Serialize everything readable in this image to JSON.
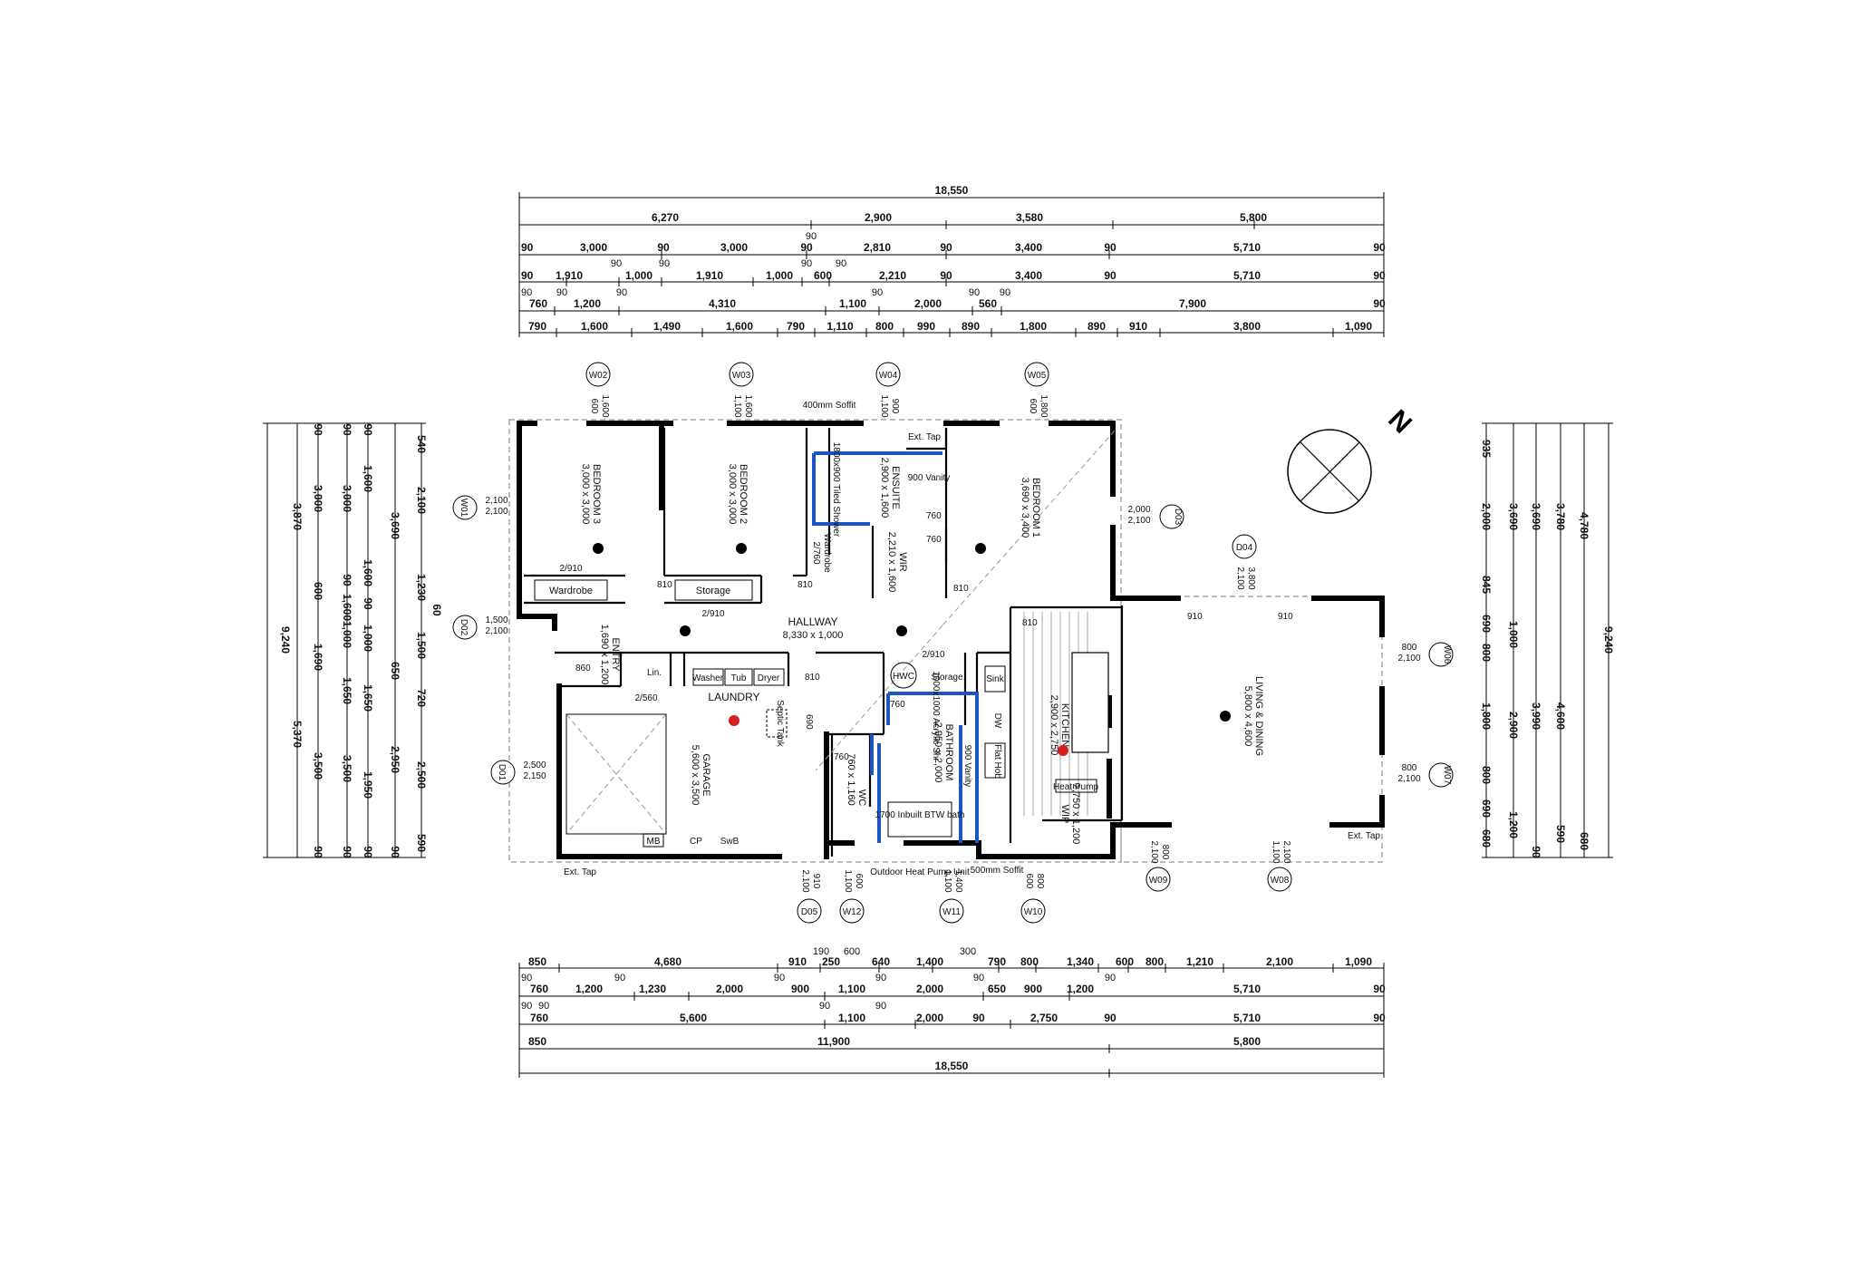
{
  "colors": {
    "line": "#000000",
    "wet_area": "#1d56c4",
    "fixture_red": "#d21f1f"
  },
  "dims_top": {
    "total": "18,550",
    "row1": [
      "6,270",
      "2,900",
      "3,580",
      "5,800"
    ],
    "row1_extra": "90",
    "row2": [
      "90",
      "3,000",
      "90",
      "3,000",
      "90",
      "2,810",
      "90",
      "3,400",
      "90",
      "5,710",
      "90"
    ],
    "row3_upper": [
      "90",
      "90",
      "90",
      "90"
    ],
    "row3": [
      "90",
      "1,910",
      "1,000",
      "1,910",
      "1,000",
      "600",
      "2,210",
      "90",
      "3,400",
      "90",
      "5,710",
      "90"
    ],
    "row4_upper": [
      "90",
      "90",
      "90",
      "90",
      "90",
      "90"
    ],
    "row4": [
      "760",
      "1,200",
      "4,310",
      "1,100",
      "2,000",
      "560",
      "7,900",
      "90"
    ],
    "row5": [
      "790",
      "1,600",
      "1,490",
      "1,600",
      "790",
      "1,110",
      "800",
      "990",
      "890",
      "1,800",
      "890",
      "910",
      "3,800",
      "1,090"
    ]
  },
  "dims_bottom": {
    "upper": [
      "190",
      "600",
      "300"
    ],
    "row1": [
      "850",
      "4,680",
      "910",
      "250",
      "640",
      "1,400",
      "790",
      "800",
      "1,340",
      "600",
      "800",
      "1,210",
      "2,100",
      "1,090"
    ],
    "row2": [
      "90",
      "760",
      "1,200",
      "90",
      "1,230",
      "2,000",
      "90",
      "900",
      "1,100",
      "90",
      "2,000",
      "90",
      "650",
      "900",
      "1,200",
      "90",
      "5,710",
      "90"
    ],
    "row3": [
      "90",
      "90",
      "760",
      "5,600",
      "90",
      "90",
      "1,100",
      "2,000",
      "90",
      "2,750",
      "90",
      "5,710",
      "90"
    ],
    "row4": [
      "850",
      "11,900",
      "5,800"
    ],
    "total": "18,550"
  },
  "dims_left": {
    "total": "9,240",
    "col1": [
      "3,870",
      "5,370"
    ],
    "col2": [
      "90",
      "3,000",
      "600",
      "1,690",
      "3,500",
      "90"
    ],
    "col3": [
      "90",
      "3,000",
      "90",
      "1,600",
      "1,000",
      "1,650",
      "3,500",
      "90"
    ],
    "col4": [
      "90",
      "1,600",
      "1,600",
      "90",
      "1,000",
      "1,650",
      "1,950",
      "90"
    ],
    "col5": [
      "3,690",
      "650",
      "2,950",
      "90"
    ],
    "col6": [
      "540",
      "2,100",
      "1,230",
      "60",
      "1,500",
      "720",
      "2,500",
      "590"
    ]
  },
  "dims_right": {
    "total": "9,240",
    "col1": [
      "935",
      "2,000",
      "845",
      "690",
      "800",
      "1,800",
      "800",
      "690",
      "680"
    ],
    "col2": [
      "3,690",
      "1,000",
      "2,900",
      "1,200"
    ],
    "col3": [
      "3,690",
      "3,990",
      "90"
    ],
    "col4": [
      "3,780",
      "4,600",
      "590"
    ],
    "col5": [
      "4,780",
      "680"
    ]
  },
  "rooms": {
    "bed3": {
      "name": "BEDROOM 3",
      "size": "3,000 x 3,000"
    },
    "bed2": {
      "name": "BEDROOM 2",
      "size": "3,000 x 3,000"
    },
    "ensuite": {
      "name": "ENSUITE",
      "size": "2,900 x 1,600"
    },
    "wir": {
      "name": "WIR",
      "size": "2,210 x 1,600"
    },
    "bed1": {
      "name": "BEDROOM 1",
      "size": "3,690 x 3,400"
    },
    "hallway": {
      "name": "HALLWAY",
      "size": "8,330 x 1,000"
    },
    "entry": {
      "name": "ENTRY",
      "size": "1,690 x 1,200"
    },
    "laundry": {
      "name": "LAUNDRY"
    },
    "garage": {
      "name": "GARAGE",
      "size": "5,600 x 3,500"
    },
    "bathroom": {
      "name": "BATHROOM",
      "size": "2,950 x 2,000"
    },
    "wc": {
      "name": "WC",
      "size": "760 x 1,160"
    },
    "kitchen": {
      "name": "KITCHEN",
      "size": "2,900 x 2,750"
    },
    "wip": {
      "name": "WIP",
      "size": "2,750 x 1,200"
    },
    "living": {
      "name": "LIVING & DINING",
      "size": "5,800 x 4,600"
    }
  },
  "fixtures": {
    "wardrobe": "Wardrobe",
    "wardrobe_910": "2/910",
    "storage": "Storage",
    "storage_910": "2/910",
    "wardrobe2": "Wardrobe",
    "wardrobe2_760": "2/760",
    "vanity": "900 Vanity",
    "shower": "1800x900 Tiled Shower",
    "lin": "Lin.",
    "lin_560": "2/560",
    "washer": "Washer",
    "tub": "Tub",
    "dryer": "Dryer",
    "hwc": "HWC",
    "storage2": "Storage",
    "storage2_910": "2/910",
    "sink": "Sink",
    "dw": "DW",
    "fhob": "Flat Hob",
    "heat_pump": "Heat Pump",
    "mb": "MB",
    "cp": "CP",
    "swb": "SwB",
    "septic": "Septic Tank",
    "bath": "1700 Inbuilt BTW bath",
    "bath_vanity": "900 Vanity",
    "bath_shower": "1000x1000 Acrylic Shr",
    "outdoor_hp": "Outdoor Heat Pump Unit",
    "soffit_top": "400mm Soffit",
    "soffit_bottom": "500mm Soffit",
    "ext_tap": "Ext. Tap",
    "door_widths": [
      "810",
      "810",
      "810",
      "810",
      "810",
      "810",
      "760",
      "760",
      "760",
      "860",
      "810",
      "690",
      "760",
      "760",
      "910",
      "910",
      "910"
    ]
  },
  "windows": {
    "W01": {
      "id": "W01",
      "h": "2,100",
      "w": "2,100"
    },
    "W02": {
      "id": "W02",
      "a": "1,600",
      "b": "600"
    },
    "W03": {
      "id": "W03",
      "a": "1,600",
      "b": "1,100"
    },
    "W04": {
      "id": "W04",
      "a": "900",
      "b": "1,100"
    },
    "W05": {
      "id": "W05",
      "a": "1,800",
      "b": "600"
    },
    "D03": {
      "id": "D03",
      "a": "2,000",
      "b": "2,100"
    },
    "D04": {
      "id": "D04",
      "a": "3,800",
      "b": "2,100"
    },
    "W06": {
      "id": "W06",
      "a": "800",
      "b": "2,100"
    },
    "W07": {
      "id": "W07",
      "a": "800",
      "b": "2,100"
    },
    "D02": {
      "id": "D02",
      "a": "1,500",
      "b": "2,100"
    },
    "D01": {
      "id": "D01",
      "a": "2,500",
      "b": "2,150"
    },
    "D05": {
      "id": "D05",
      "a": "910",
      "b": "2,100"
    },
    "W12": {
      "id": "W12",
      "a": "600",
      "b": "1,100"
    },
    "W11": {
      "id": "W11",
      "a": "1,400",
      "b": "1,100"
    },
    "W10": {
      "id": "W10",
      "a": "800",
      "b": "600"
    },
    "W09": {
      "id": "W09",
      "a": "800",
      "b": "2,100"
    },
    "W08": {
      "id": "W08",
      "a": "2,100",
      "b": "1,100"
    }
  },
  "north": "N"
}
